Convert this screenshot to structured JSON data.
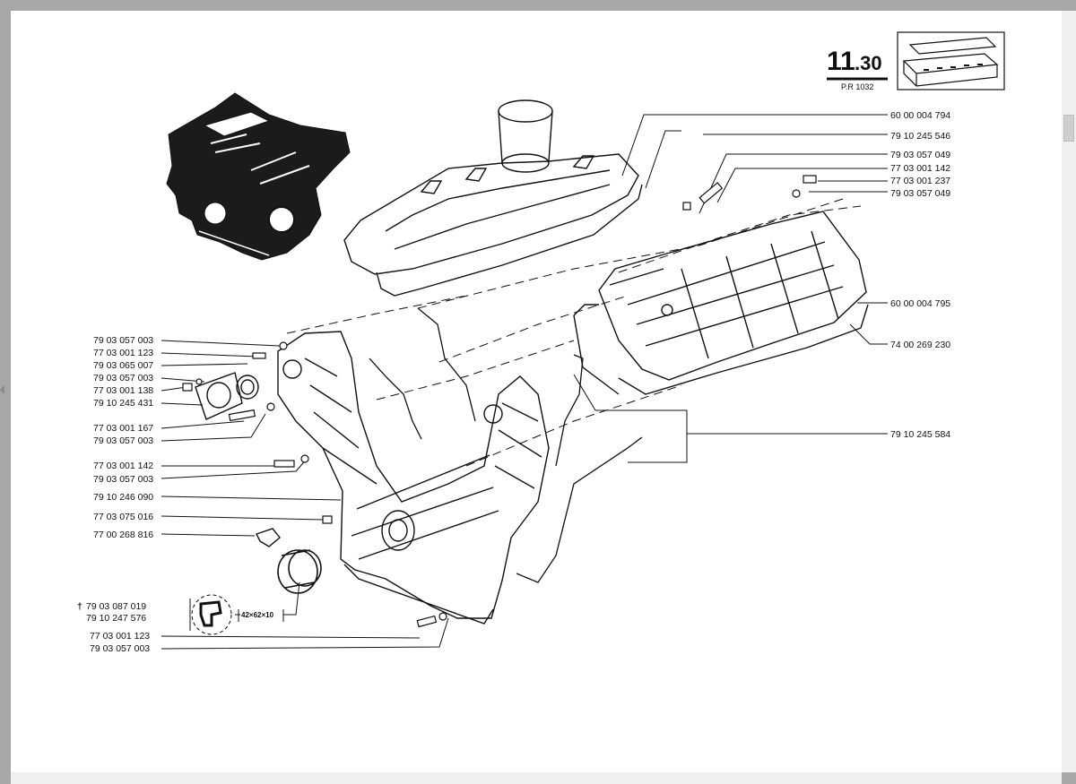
{
  "page": {
    "number_main": "11",
    "number_sub": ".30",
    "ref": "P.R 1032"
  },
  "callouts_right": [
    "60 00 004 794",
    "79 10 245 546",
    "79 03 057 049",
    "77 03 001 142",
    "77 03 001 237",
    "79 03 057 049",
    "60 00 004 795",
    "74 00 269 230",
    "79 10 245 584"
  ],
  "callouts_left": [
    "79 03 057 003",
    "77 03 001 123",
    "79 03 065 007",
    "79 03 057 003",
    "77 03 001 138",
    "79 10 245 431",
    "77 03 001 167",
    "79 03 057 003",
    "77 03 001 142",
    "79 03 057 003",
    "79 10 246 090",
    "77 03 075 016",
    "77 00 268 816",
    "79 03 087 019",
    "79 10 247 576",
    "77 03 001 123",
    "79 03 057 003"
  ],
  "seal_size": "42×62×10",
  "marker": "†"
}
